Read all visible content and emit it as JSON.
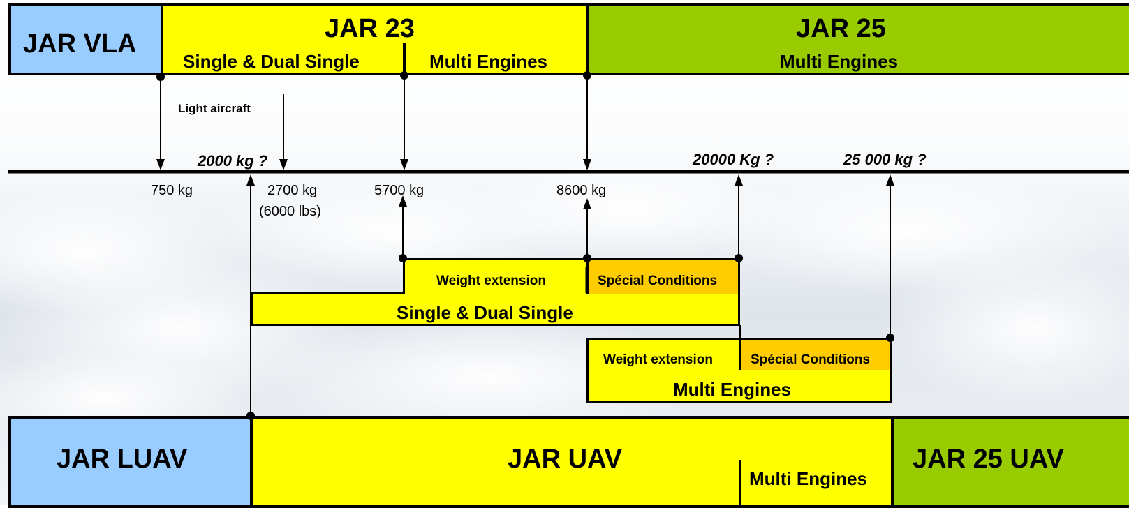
{
  "colors": {
    "light_blue": "#99ccff",
    "yellow": "#ffff00",
    "green": "#99cc00",
    "orange": "#ffcc00"
  },
  "top": {
    "jar_vla": "JAR VLA",
    "jar23": {
      "title": "JAR 23",
      "single": "Single & Dual Single",
      "multi": "Multi Engines"
    },
    "jar25": {
      "title": "JAR 25",
      "multi": "Multi Engines"
    }
  },
  "light_aircraft": "Light aircraft",
  "axis": {
    "upper_labels": [
      "2000 kg ?",
      "20000 Kg ?",
      "25 000 kg ?"
    ],
    "lower_labels": [
      "750 kg",
      "2700 kg",
      "(6000 lbs)",
      "5700 kg",
      "8600 kg"
    ]
  },
  "uav_single": {
    "weight_extension": "Weight extension",
    "special_conditions": "Spécial Conditions",
    "title": "Single & Dual Single"
  },
  "uav_multi": {
    "weight_extension": "Weight extension",
    "special_conditions": "Spécial Conditions",
    "title": "Multi Engines"
  },
  "bottom": {
    "jar_luav": "JAR LUAV",
    "jar_uav": "JAR UAV",
    "multi": "Multi Engines",
    "jar25_uav": "JAR 25 UAV"
  }
}
